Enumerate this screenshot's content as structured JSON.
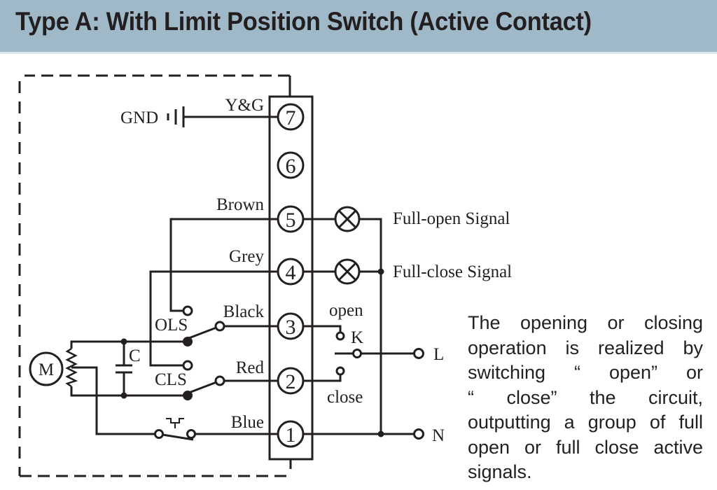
{
  "header": {
    "title": "Type A: With Limit Position Switch (Active Contact)"
  },
  "diagram": {
    "terminals": [
      {
        "number": "7",
        "wire": "Y&G"
      },
      {
        "number": "6",
        "wire": ""
      },
      {
        "number": "5",
        "wire": "Brown"
      },
      {
        "number": "4",
        "wire": "Grey"
      },
      {
        "number": "3",
        "wire": "Black"
      },
      {
        "number": "2",
        "wire": "Red"
      },
      {
        "number": "1",
        "wire": "Blue"
      }
    ],
    "gnd_label": "GND",
    "motor_label": "M",
    "capacitor_label": "C",
    "ols_label": "OLS",
    "cls_label": "CLS",
    "switch_label": "K",
    "open_label": "open",
    "close_label": "close",
    "line_label": "L",
    "neutral_label": "N",
    "signals": {
      "full_open": "Full-open Signal",
      "full_close": "Full-close Signal"
    },
    "colors": {
      "line": "#231f20",
      "header_bg": "#9fb9c9"
    }
  },
  "description": {
    "lines": [
      "The opening or closing",
      "operation is realized by",
      "switching “ open”  or",
      "“ close”  the circuit,",
      "outputting a group of full",
      "open or full close active",
      "signals."
    ]
  }
}
